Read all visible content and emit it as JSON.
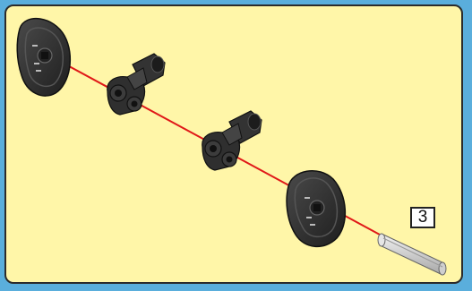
{
  "instruction": {
    "axle_length_label": "3"
  },
  "colors": {
    "background_outer": "#5aaedc",
    "panel_fill": "#fff6a8",
    "panel_border": "#2b2b2b",
    "assembly_line": "#e01818",
    "part_dark": "#2f2f2f",
    "axle_light": "#d9d9d9"
  },
  "parts": [
    {
      "name": "wheel-hub",
      "count": 2
    },
    {
      "name": "axle-connector",
      "count": 2
    },
    {
      "name": "axle",
      "count": 1
    }
  ]
}
